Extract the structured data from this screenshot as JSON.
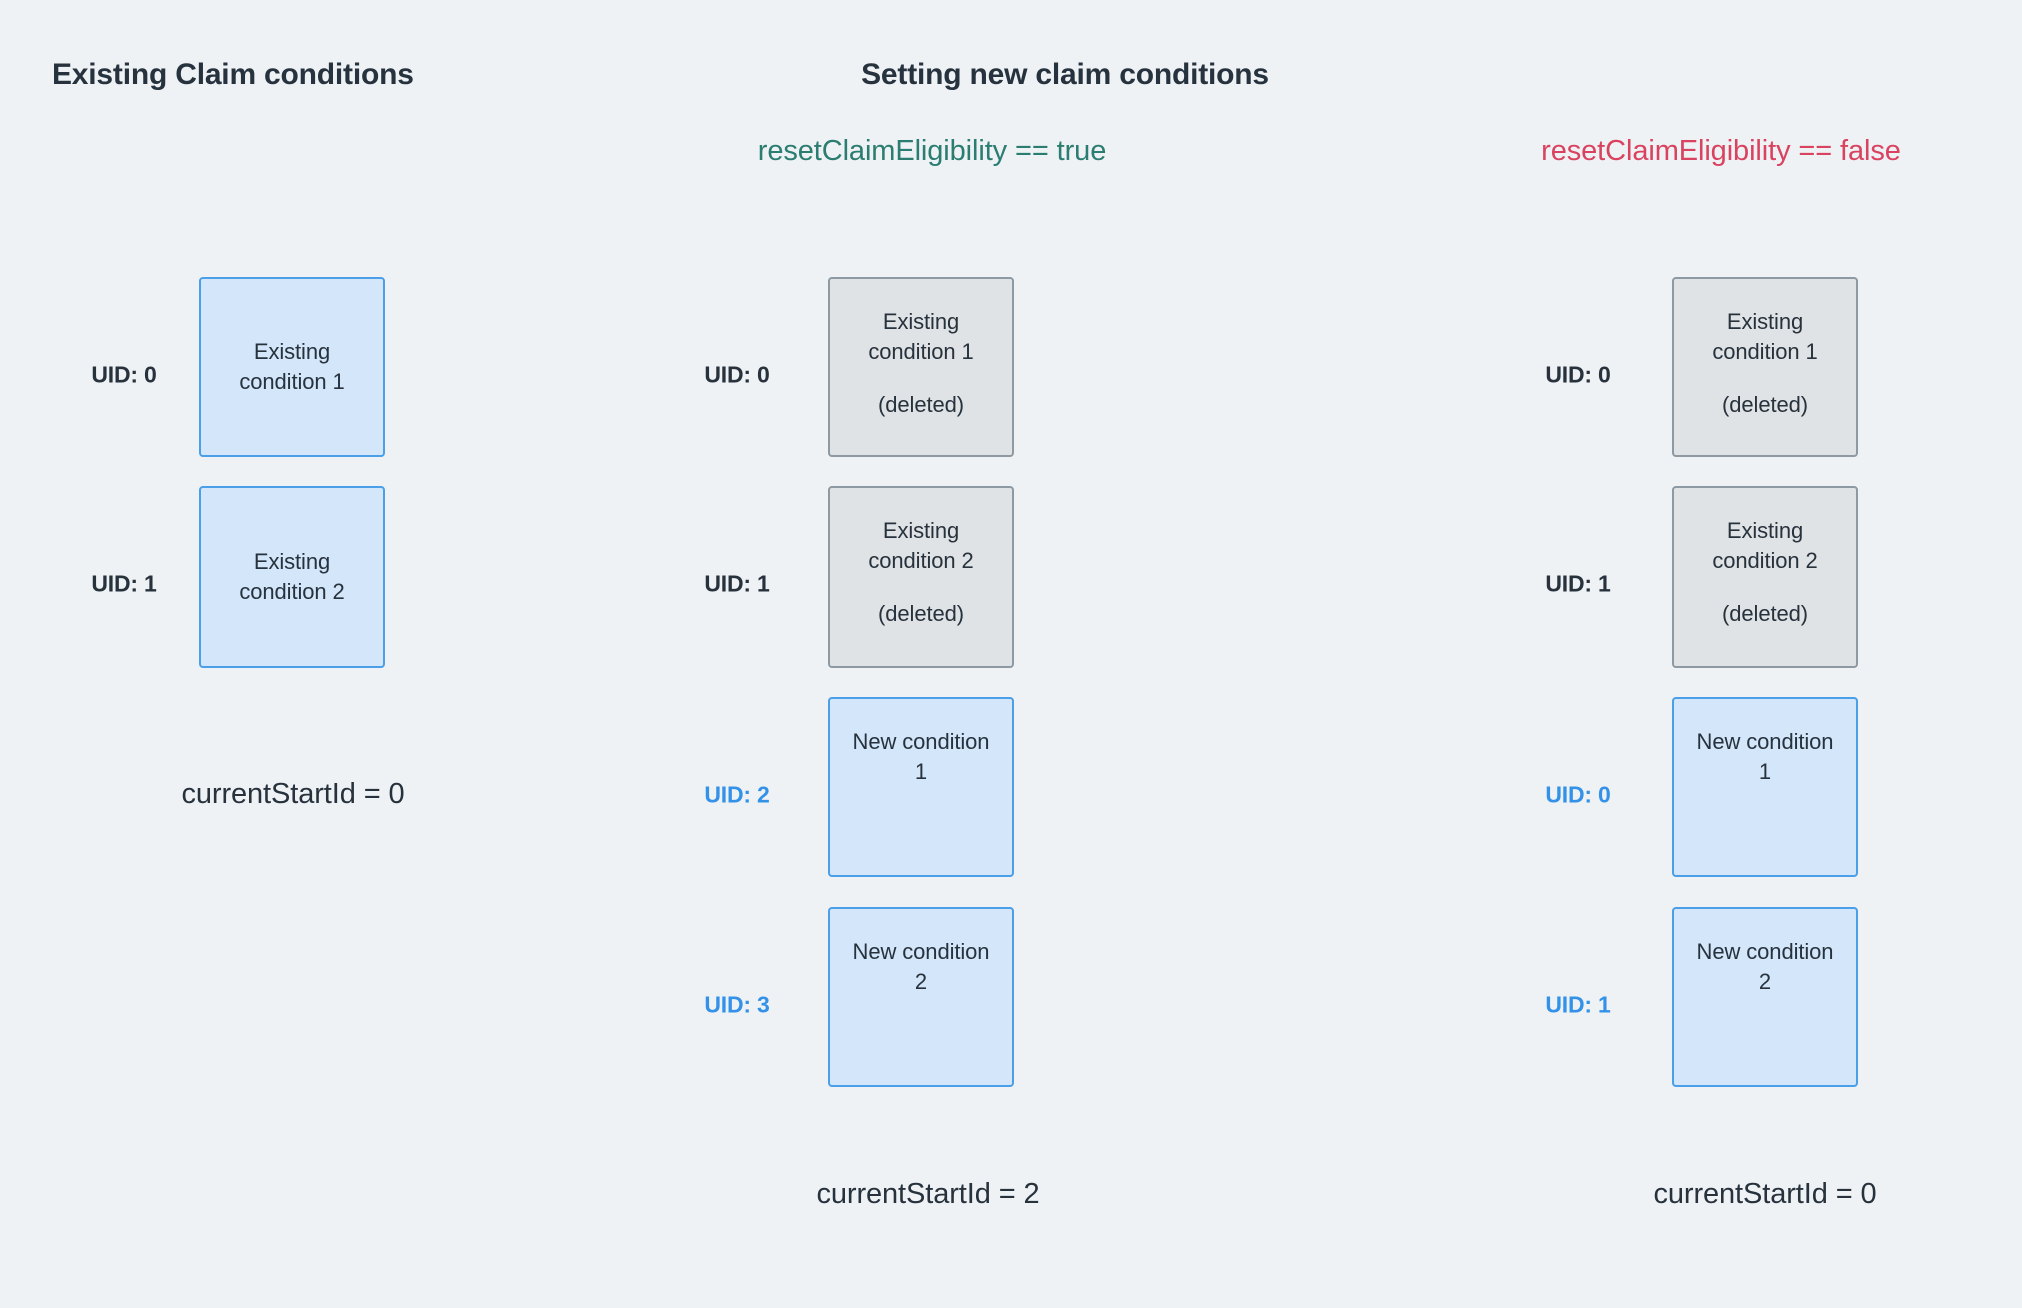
{
  "headings": {
    "existing": "Existing Claim conditions",
    "setting": "Setting new claim conditions"
  },
  "flags": {
    "reset_true": "resetClaimEligibility == true",
    "reset_false": "resetClaimEligibility == false"
  },
  "colors": {
    "background": "#eef2f5",
    "text": "#27323d",
    "flag_true": "#2a7d70",
    "flag_false": "#da4360",
    "blue_fill": "#d3e6fa",
    "blue_border": "#4a9fe8",
    "gray_fill": "#e0e3e5",
    "gray_border": "#8d9aa3",
    "uid_new": "#3391e8"
  },
  "labels": {
    "deleted": "(deleted)"
  },
  "columns": [
    {
      "id": "existing-claim-conditions",
      "heading": "Existing Claim conditions",
      "footer": "currentStartId = 0",
      "boxes": [
        {
          "uid": "UID: 0",
          "uid_kind": "existing",
          "title": "Existing\ncondition 1",
          "deleted": false,
          "style": "blue"
        },
        {
          "uid": "UID: 1",
          "uid_kind": "existing",
          "title": "Existing\ncondition 2",
          "deleted": false,
          "style": "blue"
        }
      ]
    },
    {
      "id": "reset-eligibility-true",
      "heading": "resetClaimEligibility == true",
      "footer": "currentStartId = 2",
      "boxes": [
        {
          "uid": "UID: 0",
          "uid_kind": "existing",
          "title": "Existing\ncondition 1",
          "deleted": true,
          "style": "gray"
        },
        {
          "uid": "UID: 1",
          "uid_kind": "existing",
          "title": "Existing\ncondition 2",
          "deleted": true,
          "style": "gray"
        },
        {
          "uid": "UID: 2",
          "uid_kind": "new",
          "title": "New condition\n1",
          "deleted": false,
          "style": "blue"
        },
        {
          "uid": "UID: 3",
          "uid_kind": "new",
          "title": "New condition\n2",
          "deleted": false,
          "style": "blue"
        }
      ]
    },
    {
      "id": "reset-eligibility-false",
      "heading": "resetClaimEligibility == false",
      "footer": "currentStartId = 0",
      "boxes": [
        {
          "uid": "UID: 0",
          "uid_kind": "existing",
          "title": "Existing\ncondition 1",
          "deleted": true,
          "style": "gray"
        },
        {
          "uid": "UID: 1",
          "uid_kind": "existing",
          "title": "Existing\ncondition 2",
          "deleted": true,
          "style": "gray"
        },
        {
          "uid": "UID: 0",
          "uid_kind": "new",
          "title": "New condition\n1",
          "deleted": false,
          "style": "blue"
        },
        {
          "uid": "UID: 1",
          "uid_kind": "new",
          "title": "New condition\n2",
          "deleted": false,
          "style": "blue"
        }
      ]
    }
  ],
  "footers": {
    "col1": "currentStartId = 0",
    "col2": "currentStartId = 2",
    "col3": "currentStartId = 0"
  }
}
